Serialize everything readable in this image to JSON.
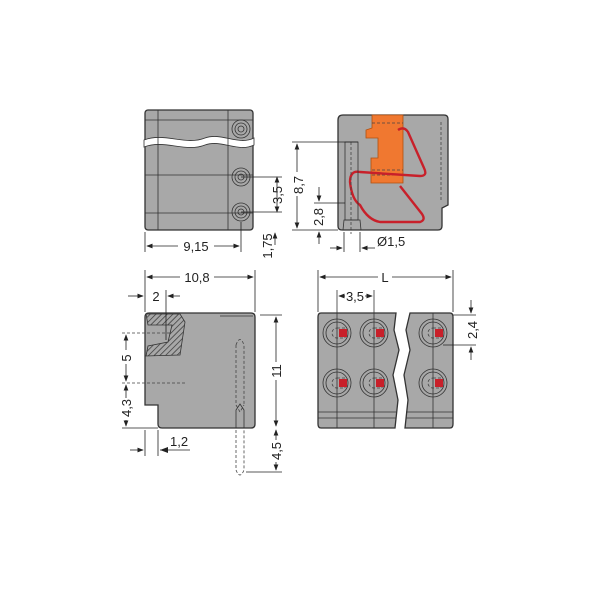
{
  "drawing": {
    "colors": {
      "housing": "#a8a8a8",
      "actuator": "#f07830",
      "spring": "#c8202a",
      "outline": "#333333"
    },
    "top_left_view": {
      "width_label": "9,15",
      "pitch_label": "3,5",
      "offset_label": "1,75"
    },
    "top_right_view": {
      "height_label": "8,7",
      "pin_height_label": "2,8",
      "diameter_label": "Ø1,5"
    },
    "bottom_left_view": {
      "depth_label": "10,8",
      "offset_label": "2",
      "upper_label": "5",
      "lower_label": "4,3",
      "height_label": "11",
      "pin_label": "4,5",
      "step_label": "1,2"
    },
    "bottom_right_view": {
      "length_label": "L",
      "pitch_label": "3,5",
      "row_label": "2,4"
    }
  }
}
